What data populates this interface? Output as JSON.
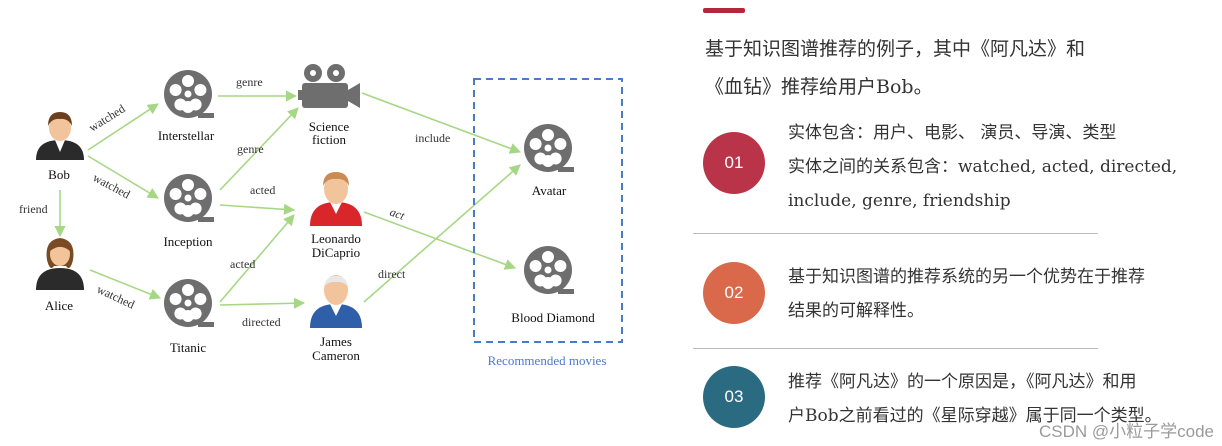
{
  "diagram": {
    "nodes": {
      "bob": "Bob",
      "alice": "Alice",
      "interstellar": "Interstellar",
      "inception": "Inception",
      "titanic": "Titanic",
      "science_fiction": [
        "Science",
        "fiction"
      ],
      "leonardo": [
        "Leonardo",
        "DiCaprio"
      ],
      "james": [
        "James",
        "Cameron"
      ],
      "avatar": "Avatar",
      "blood_diamond": "Blood Diamond"
    },
    "edges": {
      "watched_1": "watched",
      "watched_2": "watched",
      "watched_3": "watched",
      "friend": "friend",
      "genre_1": "genre",
      "genre_2": "genre",
      "acted_1": "acted",
      "acted_2": "acted",
      "directed": "directed",
      "include": "include",
      "act": "act",
      "direct": "direct"
    },
    "recommended_label": "Recommended movies",
    "colors": {
      "edge": "#a6d785",
      "box": "#4a7bc8",
      "person_bob_shirt": "#2b2b2b",
      "person_leo_shirt": "#d9262b",
      "person_james_shirt": "#2f5fa8"
    }
  },
  "panel": {
    "intro": [
      "基于知识图谱推荐的例子，其中《阿凡达》和",
      "《血钻》推荐给用户Bob。"
    ],
    "items": [
      {
        "number": "01",
        "color": "#b93448",
        "lines": [
          "实体包含：用户、电影、 演员、导演、类型",
          "实体之间的关系包含：watched, acted, directed,",
          "include, genre, friendship"
        ]
      },
      {
        "number": "02",
        "color": "#d9694a",
        "lines": [
          "基于知识图谱的推荐系统的另一个优势在于推荐",
          "结果的可解释性。"
        ]
      },
      {
        "number": "03",
        "color": "#2b6b82",
        "lines": [
          "推荐《阿凡达》的一个原因是，《阿凡达》和用",
          "户Bob之前看过的《星际穿越》属于同一个类型。"
        ]
      }
    ],
    "watermark": "CSDN @小粒子学code"
  }
}
